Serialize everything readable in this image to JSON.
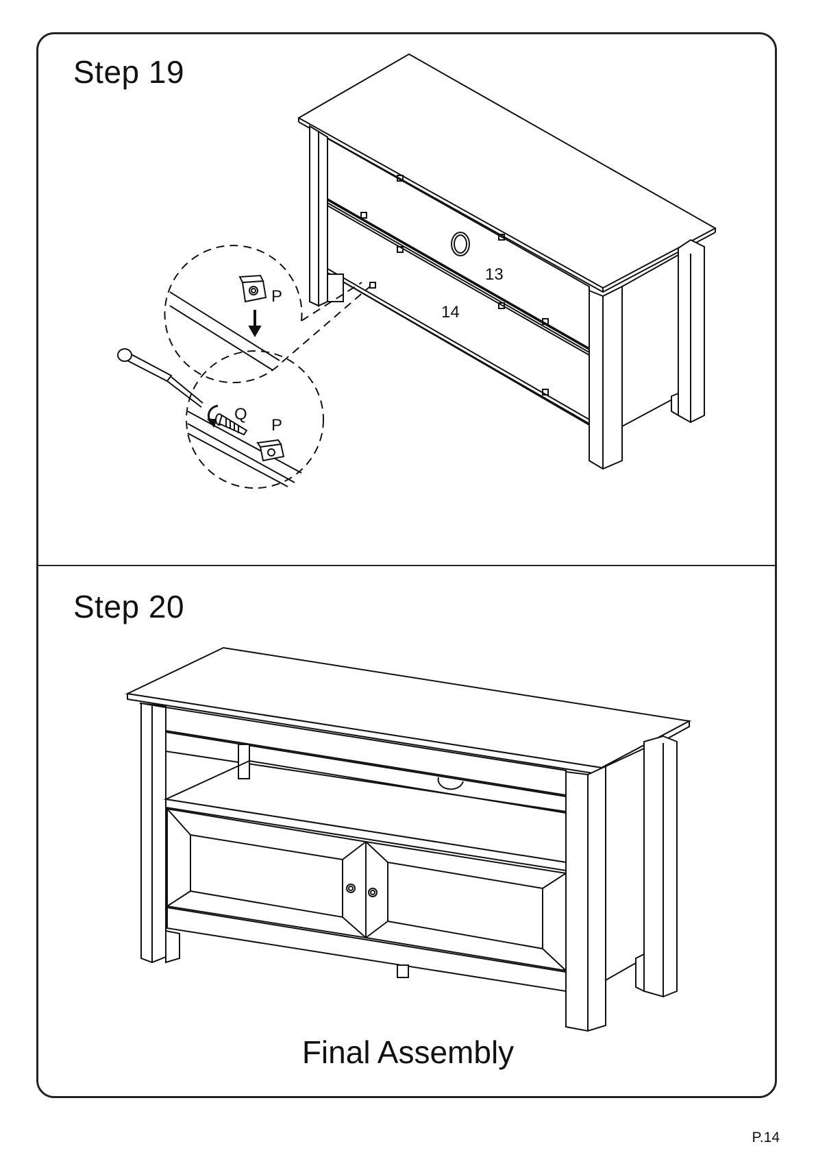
{
  "steps": [
    {
      "title": "Step  19",
      "labels": {
        "part_a": "13",
        "part_b": "14",
        "bracket": "P",
        "screw": "Q",
        "bracket2": "P"
      }
    },
    {
      "title": "Step  20",
      "caption": "Final Assembly"
    }
  ],
  "page_number": "P.14"
}
